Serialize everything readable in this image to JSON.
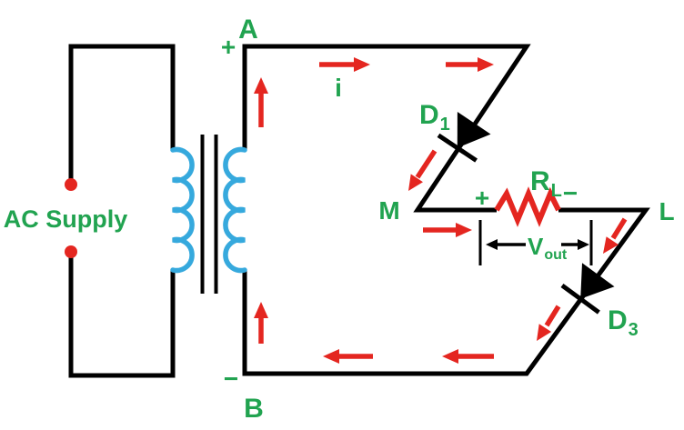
{
  "labels": {
    "ac_supply": "AC Supply",
    "node_a": "A",
    "node_b": "B",
    "node_m": "M",
    "node_l": "L",
    "current": "i",
    "plus_secondary_top": "+",
    "minus_secondary_bottom": "−",
    "plus_load": "+",
    "minus_load": "−",
    "diode1": {
      "main": "D",
      "sub": "1"
    },
    "diode3": {
      "main": "D",
      "sub": "3"
    },
    "load_resistor": {
      "main": "R",
      "sub": "L"
    },
    "output_voltage": {
      "main": "V",
      "sub": "out"
    }
  },
  "colors": {
    "background": "#ffffff",
    "wire_black": "#000000",
    "label_green": "#21a350",
    "current_red": "#e42620",
    "coil_blue": "#36a9dd"
  }
}
